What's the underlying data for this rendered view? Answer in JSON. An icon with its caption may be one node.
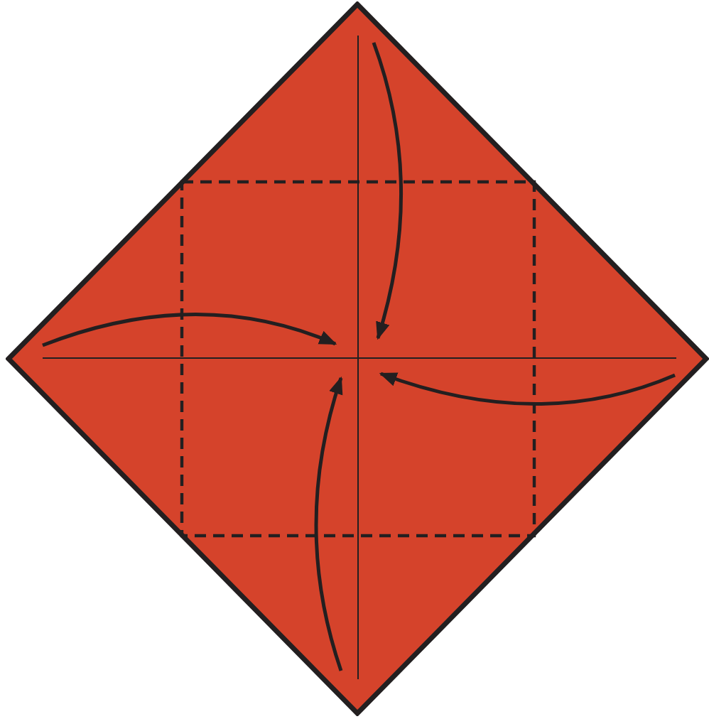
{
  "diagram": {
    "nodes": [
      {
        "text": [],
        "shape": "diamond"
      },
      {
        "text": [],
        "shape": "box",
        "in": 0
      }
    ]
  }
}
